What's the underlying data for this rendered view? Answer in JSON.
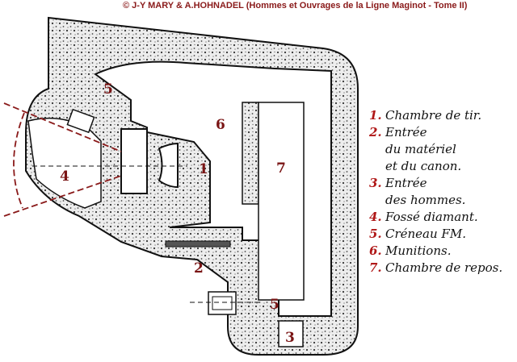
{
  "credit": "© J-Y MARY & A.HOHNADEL (Hommes et Ouvrages de la Ligne Maginot - Tome II)",
  "labels": {
    "l1": "1",
    "l2": "2",
    "l3": "3",
    "l4": "4",
    "l5a": "5",
    "l5b": "5",
    "l6": "6",
    "l7": "7"
  },
  "legend": [
    {
      "num": "1.",
      "text": "Chambre de tir."
    },
    {
      "num": "2.",
      "text": "Entrée\ndu matériel\net du canon."
    },
    {
      "num": "3.",
      "text": "Entrée\ndes hommes."
    },
    {
      "num": "4.",
      "text": "Fossé diamant."
    },
    {
      "num": "5.",
      "text": "Créneau FM."
    },
    {
      "num": "6.",
      "text": "Munitions."
    },
    {
      "num": "7.",
      "text": "Chambre de repos."
    }
  ],
  "colors": {
    "concrete": "#d8d8d8",
    "ink": "#111111",
    "accent": "#8a1a1a"
  }
}
